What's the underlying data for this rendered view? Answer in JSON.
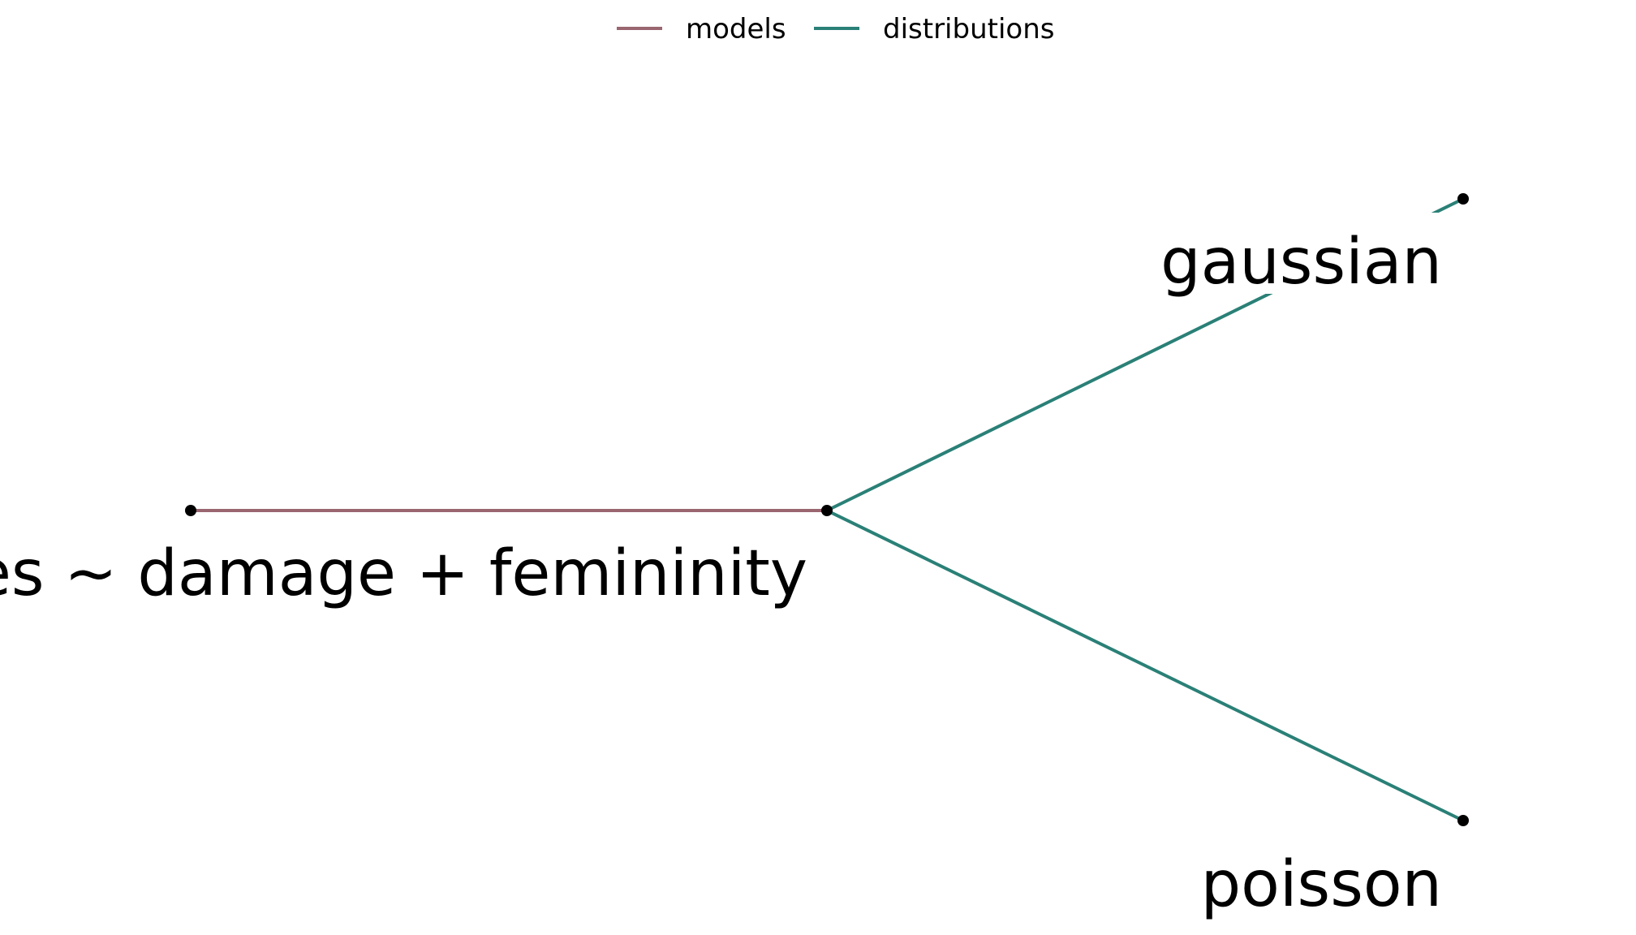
{
  "legend": {
    "items": [
      {
        "label": "models",
        "color": "#9a6670"
      },
      {
        "label": "distributions",
        "color": "#2a8077"
      }
    ]
  },
  "tree": {
    "root_label": "",
    "model_label": "injuries ~ damage + femininity",
    "leaves": [
      {
        "label": "gaussian"
      },
      {
        "label": "poisson"
      }
    ],
    "edge_colors": {
      "models": "#9a6670",
      "distributions": "#2a8077"
    }
  }
}
